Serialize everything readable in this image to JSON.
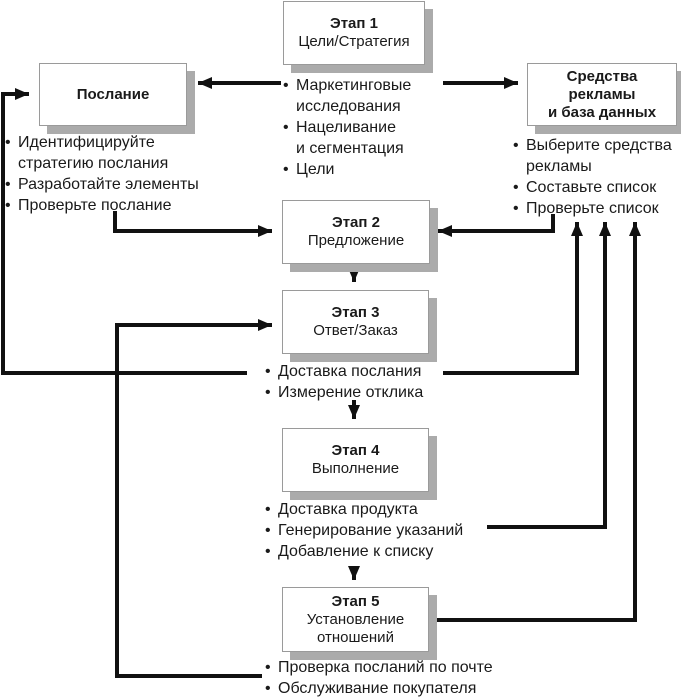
{
  "bullet_char": "•",
  "colors": {
    "line": "#111111",
    "box_border": "#9a9a9a",
    "box_shadow": "#ababab",
    "text": "#1a1a1a",
    "background": "#ffffff"
  },
  "boxes": {
    "stage1": {
      "title": "Этап 1",
      "subtitle": "Цели/Стратегия"
    },
    "message": {
      "title": "Послание"
    },
    "media": {
      "title": "Средства\nрекламы\nи база данных"
    },
    "stage2": {
      "title": "Этап 2",
      "subtitle": "Предложение"
    },
    "stage3": {
      "title": "Этап 3",
      "subtitle": "Ответ/Заказ"
    },
    "stage4": {
      "title": "Этап 4",
      "subtitle": "Выполнение"
    },
    "stage5": {
      "title": "Этап 5",
      "subtitle": "Установление\nотношений"
    }
  },
  "lists": {
    "stage1_notes": {
      "items": [
        "Маркетинговые\nисследования",
        "Нацеливание\nи сегментация",
        "Цели"
      ]
    },
    "message_notes": {
      "items": [
        "Идентифицируйте\nстратегию послания",
        "Разработайте элементы",
        "Проверьте послание"
      ]
    },
    "media_notes": {
      "items": [
        "Выберите средства\nрекламы",
        "Составьте список",
        "Проверьте список"
      ]
    },
    "stage3_notes": {
      "items": [
        "Доставка послания",
        "Измерение отклика"
      ]
    },
    "stage4_notes": {
      "items": [
        "Доставка продукта",
        "Генерирование указаний",
        "Добавление к списку"
      ]
    },
    "stage5_notes": {
      "items": [
        "Проверка посланий по почте",
        "Обслуживание покупателя"
      ]
    }
  }
}
